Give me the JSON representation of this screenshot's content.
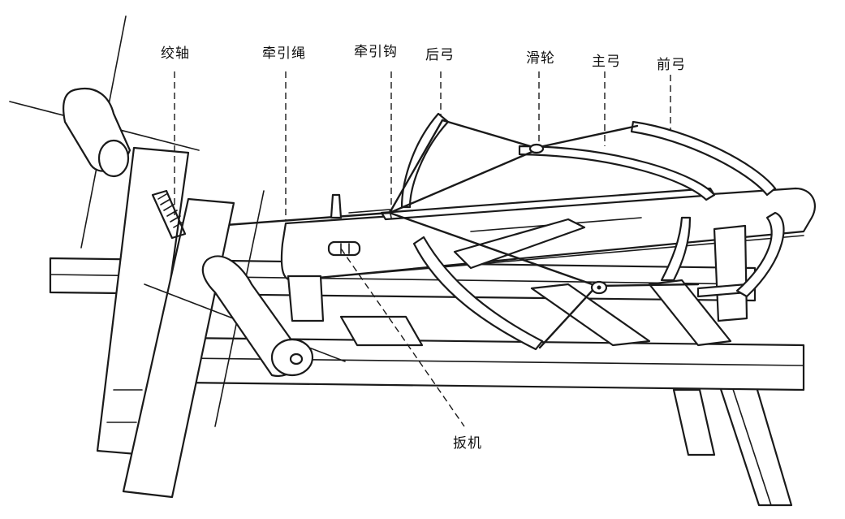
{
  "labels": {
    "winch": "绞轴",
    "rope": "牵引绳",
    "hook": "牵引钩",
    "rear_bow": "后弓",
    "pulley": "滑轮",
    "main_bow": "主弓",
    "front_bow": "前弓",
    "trigger": "扳机"
  }
}
